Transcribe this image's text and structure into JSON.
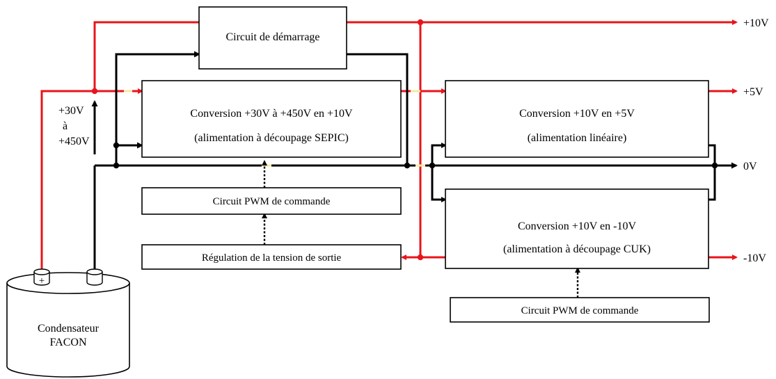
{
  "colors": {
    "power_rail": "#e8141b",
    "wire": "#000000",
    "gap": "#f4e9a5"
  },
  "blocks": {
    "startup": "Circuit de démarrage",
    "sepic_line1": "Conversion +30V à +450V en +10V",
    "sepic_line2": "(alimentation à découpage SEPIC)",
    "pwm_left": "Circuit PWM de commande",
    "regulation": "Régulation de la tension de sortie",
    "linear_line1": "Conversion +10V en +5V",
    "linear_line2": "(alimentation linéaire)",
    "cuk_line1": "Conversion +10V en -10V",
    "cuk_line2": "(alimentation à découpage CUK)",
    "pwm_right": "Circuit PWM de commande"
  },
  "outputs": {
    "p10": "+10V",
    "p5": "+5V",
    "zero": "0V",
    "m10": "-10V"
  },
  "input_voltage": {
    "line1": "+30V",
    "line2": "à",
    "line3": "+450V"
  },
  "capacitor": {
    "name_line1": "Condensateur",
    "name_line2": "FACON",
    "plus_sign": "+"
  }
}
